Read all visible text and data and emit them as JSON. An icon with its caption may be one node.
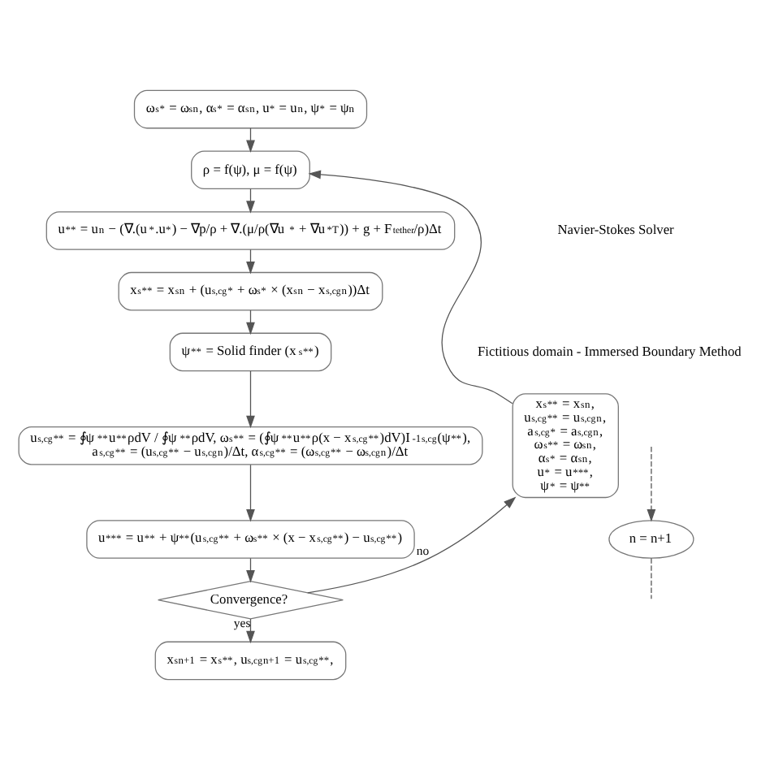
{
  "diagram": {
    "nodes": [
      {
        "text": [
          "ω$_{s}$$^{*}$ = ω$_{s}$$^{n}$, α$_{s}$$^{*}$ = α$_{s}$$^{n}$, u$^{*}$ = u$^{n}$, ψ$^{*}$ = ψ$^{n}$"
        ]
      },
      {
        "text": [
          "ρ = f(ψ), μ = f(ψ)"
        ]
      },
      {
        "text": [
          "u$^{**}$ = u$^{n}$ − (∇.(u$^{*}$.u$^{*}$) − ∇p/ρ + ∇.(μ/ρ(∇u$^{*}$ + ∇u$^{*T}$)) + g + F⃗$_{tether}$/ρ)Δt"
        ]
      },
      {
        "text": [
          "x$_{s}$$^{**}$ = x$_{s}$$^{n}$ + (u$_{s,cg}$$^{*}$ + ω$_{s}$$^{*}$ × (x$_{s}$$^{n}$ − x$_{s,cg}$$^{n}$))Δt"
        ]
      },
      {
        "text": [
          "ψ$^{**}$ = Solid finder (x$_{s}$$^{**}$)"
        ]
      },
      {
        "text": [
          "u$_{s,cg}$$^{**}$ = ∮ψ$^{**}$u$^{**}$ρdV / ∮ψ$^{**}$ρdV, ω$_{s}$$^{**}$ = (∮ψ$^{**}$u$^{**}$ρ(x − x$_{s,cg}$$^{**}$)dV)I$^{-1}$$_{s,cg}$(ψ$^{**}$),",
          "a$_{s,cg}$$^{**}$ = (u$_{s,cg}$$^{**}$ − u$_{s,cg}$$^{n}$)/Δt, α$_{s,cg}$$^{**}$ = (ω$_{s,cg}$$^{**}$ − ω$_{s,cg}$$^{n}$)/Δt"
        ]
      },
      {
        "text": [
          "u$^{***}$ = u$^{**}$ + ψ$^{**}$(u$_{s,cg}$$^{**}$ + ω$_{s}$$^{**}$ × (x − x$_{s,cg}$$^{**}$) − u$_{s,cg}$$^{**}$)"
        ]
      },
      {
        "text": [
          "Convergence?"
        ]
      },
      {
        "text": [
          "x$_{s}$$^{n+1}$ = x$_{s}$$^{**}$, u$_{s,cg}$$^{n+1}$ = u$_{s,cg}$$^{**}$,"
        ]
      },
      {
        "text": [
          "x$_{s}$$^{**}$ = x$_{s}$$^{n}$,",
          "u$_{s,cg}$$^{**}$ = u$_{s,cg}$$^{n}$,",
          "a$_{s,cg}$$^{*}$ = a$_{s,cg}$$^{n}$,",
          "ω$_{s}$$^{**}$ = ω$_{s}$$^{n}$,",
          "α$_{s}$$^{*}$ = α$_{s}$$^{n}$,",
          "u$^{*}$ = u$^{***}$,",
          "ψ$^{*}$ = ψ$^{**}$"
        ]
      },
      {
        "text": [
          "n = n+1"
        ]
      }
    ],
    "edges": [
      {
        "from": 0,
        "to": 1,
        "arrow": "to"
      },
      {
        "from": 1,
        "to": 2,
        "arrow": "to"
      },
      {
        "from": 2,
        "to": 3,
        "arrow": "to"
      },
      {
        "from": 3,
        "to": 4,
        "arrow": "to"
      },
      {
        "from": 4,
        "to": 5,
        "arrow": "to"
      },
      {
        "from": 5,
        "to": 6,
        "arrow": "to"
      },
      {
        "from": 6,
        "to": 7,
        "arrow": "to"
      },
      {
        "from": 7,
        "to": 9,
        "arrow": "to",
        "label": "no"
      },
      {
        "from": 9,
        "to": 1,
        "arrow": "to"
      },
      {
        "from": 7,
        "to": 8,
        "arrow": "to",
        "label": "yes"
      },
      {
        "from": null,
        "to": 10,
        "arrow": "to",
        "style": "dashed"
      },
      {
        "from": 10,
        "to": null,
        "arrow": "none",
        "style": "dashed"
      }
    ],
    "labels": [
      "Navier-Stokes Solver",
      "Fictitious domain - Immersed Boundary Method"
    ]
  }
}
